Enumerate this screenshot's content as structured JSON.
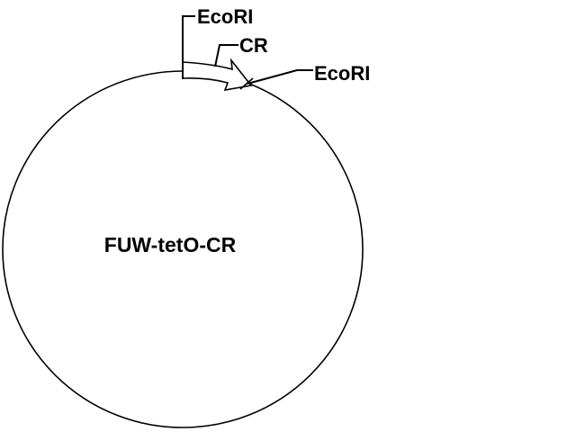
{
  "plasmid": {
    "name": "FUW-tetO-CR"
  },
  "features": {
    "insert": {
      "label": "CR",
      "type": "gene-arrow"
    },
    "site_left": {
      "label": "EcoRI",
      "type": "restriction-site"
    },
    "site_right": {
      "label": "EcoRI",
      "type": "restriction-site"
    }
  },
  "colors": {
    "line": "#000000",
    "background": "#ffffff",
    "arrow_fill": "#ffffff"
  }
}
